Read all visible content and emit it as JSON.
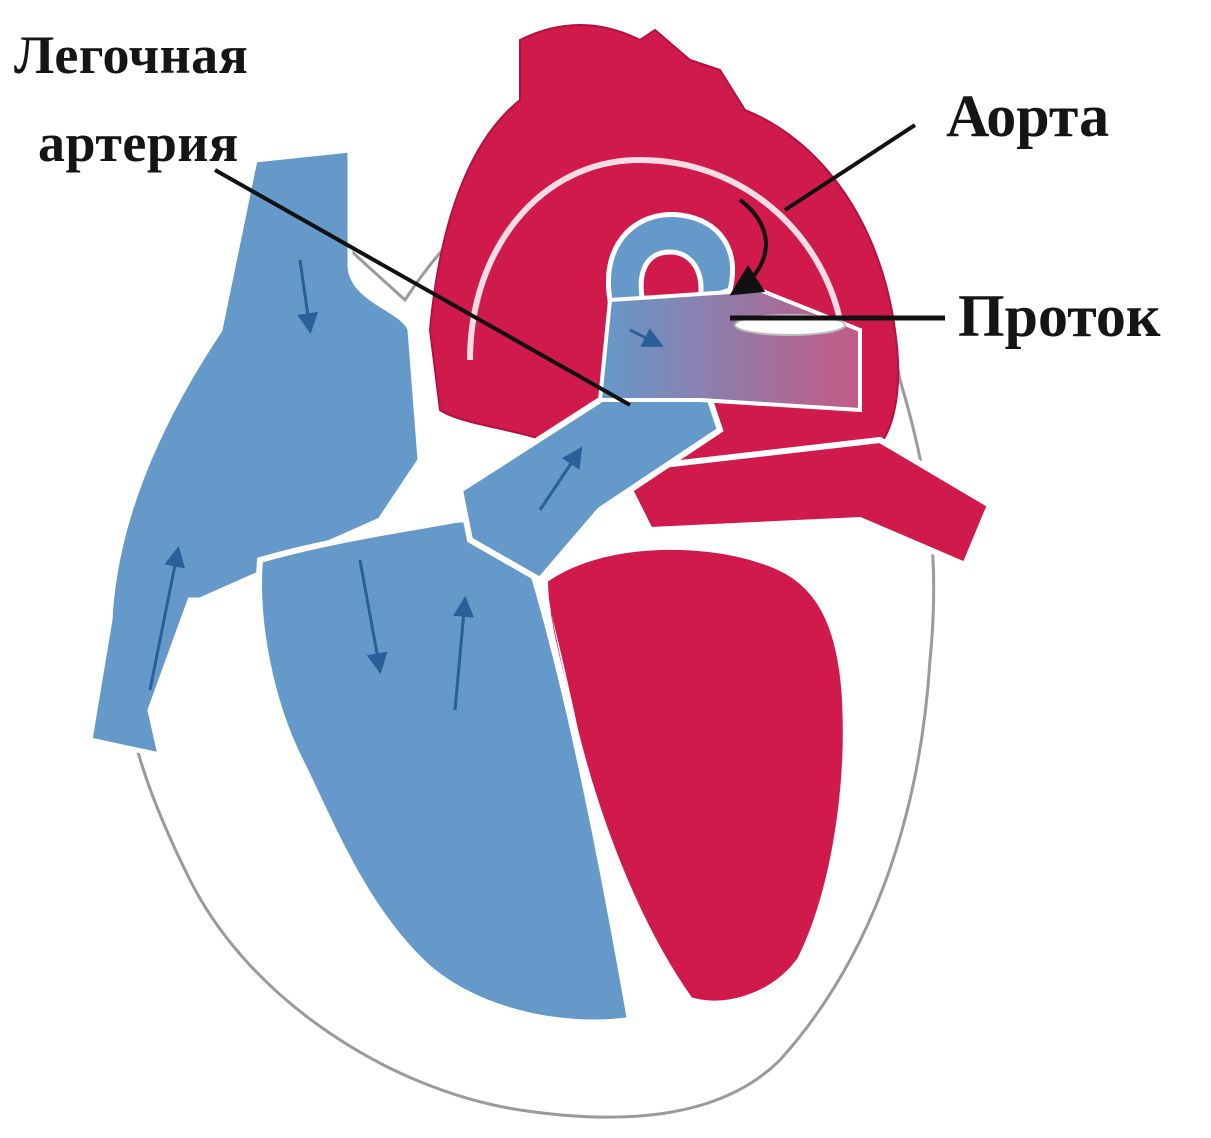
{
  "labels": {
    "pulmonary_artery_line1": "Легочная",
    "pulmonary_artery_line2": "артерия",
    "aorta": "Аорта",
    "duct": "Проток"
  },
  "colors": {
    "deoxygenated_blood": "#6499c9",
    "oxygenated_blood": "#d11a4c",
    "heart_wall": "#ffffff",
    "outline": "#9a9a9a",
    "leader_line": "#111111",
    "flow_arrow": "#2a5f9a"
  },
  "icons": {
    "flow_arrows": "arrow-icon"
  }
}
